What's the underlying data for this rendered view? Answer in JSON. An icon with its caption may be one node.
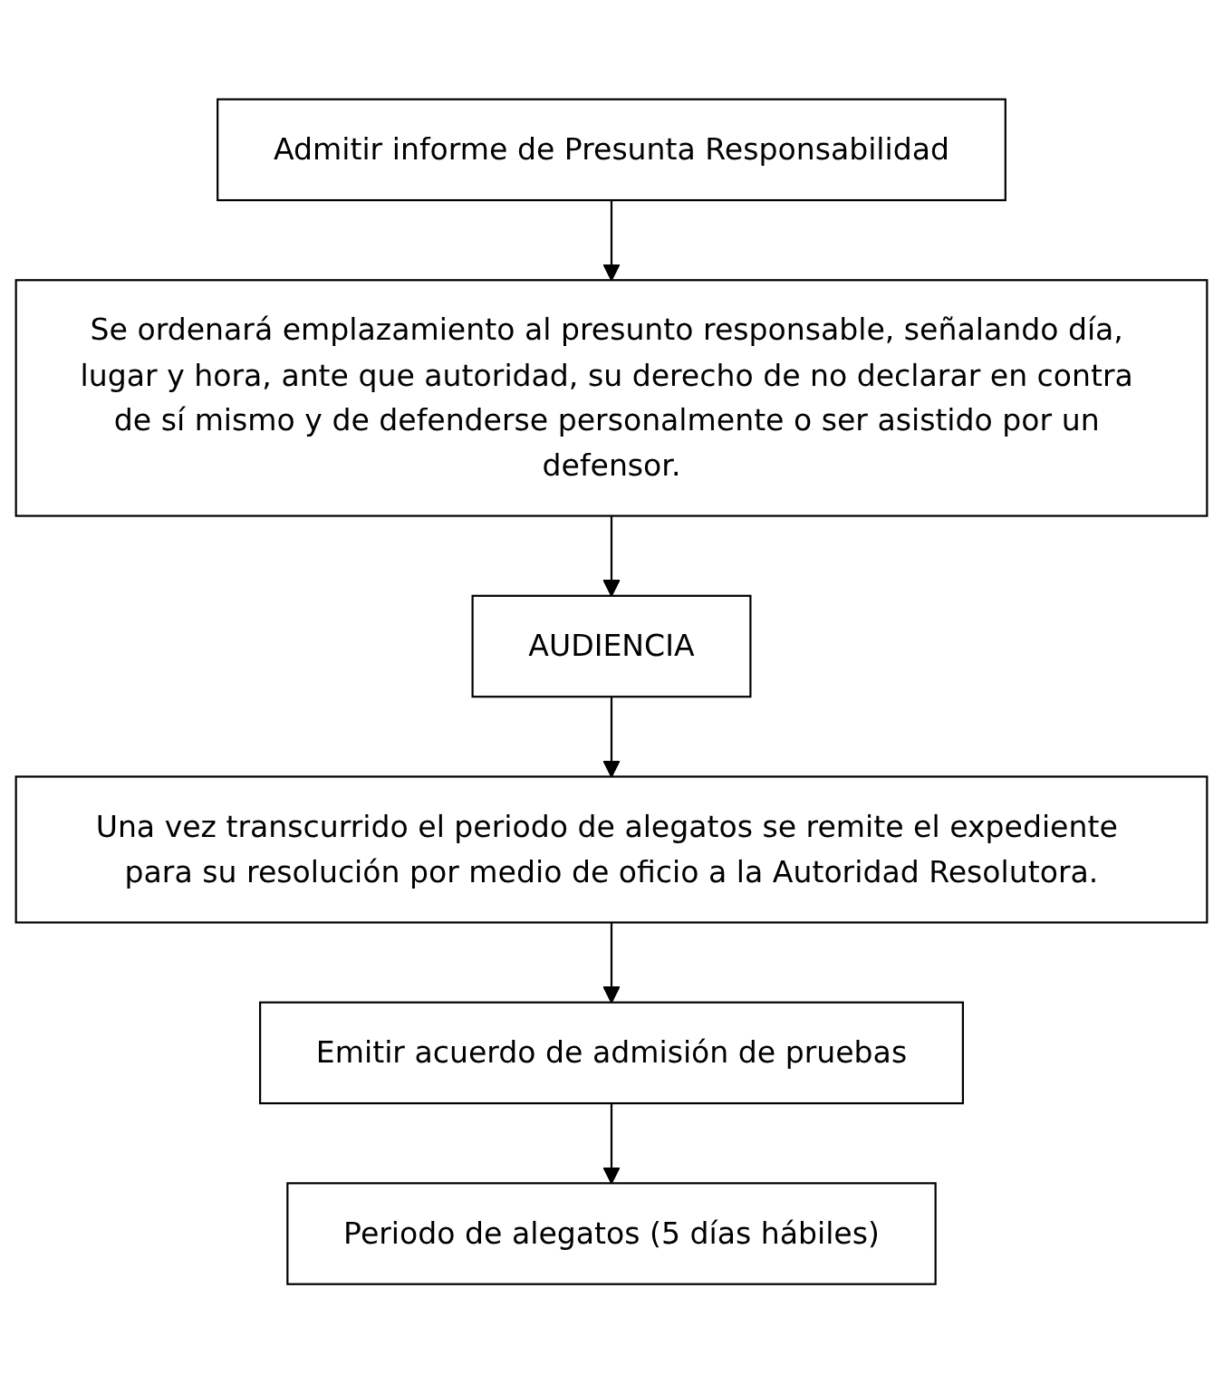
{
  "diagram": {
    "nodes": [
      {
        "text": [
          "Admitir informe de Presunta Responsabilidad"
        ]
      },
      {
        "text": [
          "Se ordenará emplazamiento al presunto responsable, señalando día, lugar y hora, ante que autoridad, su derecho de no declarar en contra de sí mismo y de defenderse personalmente o ser asistido por un defensor."
        ]
      },
      {
        "text": [
          "AUDIENCIA"
        ]
      },
      {
        "text": [
          "Una vez transcurrido el periodo de alegatos se remite el expediente para su resolución por medio de oficio a la Autoridad Resolutora."
        ]
      },
      {
        "text": [
          "Emitir acuerdo de admisión de pruebas"
        ]
      },
      {
        "text": [
          "Periodo de alegatos (5 días hábiles)"
        ]
      }
    ],
    "edges": [
      {
        "from": 0,
        "to": 1,
        "arrow": "to"
      },
      {
        "from": 1,
        "to": 2,
        "arrow": "to"
      },
      {
        "from": 2,
        "to": 3,
        "arrow": "to"
      },
      {
        "from": 3,
        "to": 4,
        "arrow": "to"
      },
      {
        "from": 4,
        "to": 5,
        "arrow": "to"
      }
    ]
  }
}
